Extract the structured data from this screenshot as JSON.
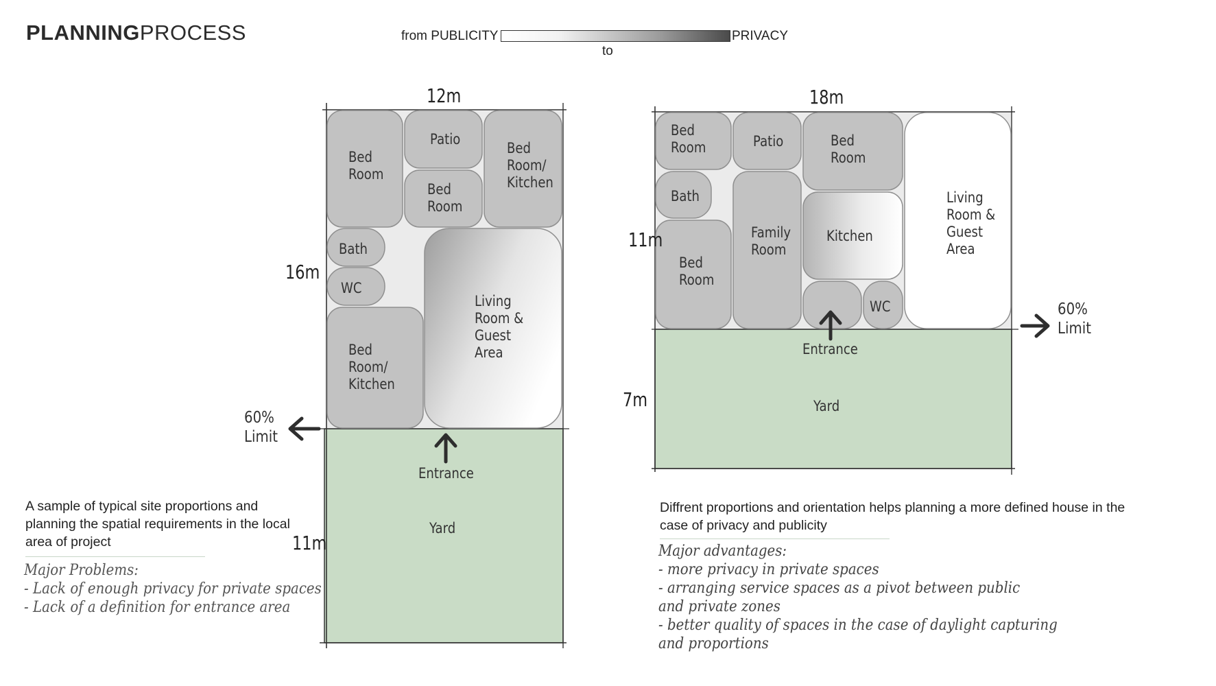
{
  "header": {
    "title_bold": "PLANNING",
    "title_light": "PROCESS",
    "gradient_from": "from PUBLICITY",
    "gradient_to": "PRIVACY",
    "gradient_connector": "to"
  },
  "colors": {
    "room_fill": "#c2c2c2",
    "room_stroke": "#8f8f8f",
    "site_fill": "#ebebeb",
    "yard_fill": "#c9dcc6",
    "arrow": "#2e2e2e"
  },
  "plan_left": {
    "width_label": "12m",
    "height_label": "16m",
    "yard_height_label": "11m",
    "limit_label": "60%\nLimit",
    "entrance_label": "Entrance",
    "yard_label": "Yard",
    "rooms": {
      "bed_room_1": "Bed\nRoom",
      "patio": "Patio",
      "bed_room_kitchen_1": "Bed\nRoom/\nKitchen",
      "bed_room_2": "Bed\nRoom",
      "bath": "Bath",
      "wc": "WC",
      "living_room": "Living\nRoom &\nGuest\nArea",
      "bed_room_kitchen_2": "Bed\nRoom/\nKitchen"
    },
    "description": "A sample of typical site proportions and planning the spatial requirements in the local area of project",
    "notes_heading": "Major Problems:",
    "notes": [
      "- Lack of enough privacy for private spaces",
      "- Lack of a definition for entrance area"
    ]
  },
  "plan_right": {
    "width_label": "18m",
    "height_label": "11m",
    "yard_height_label": "7m",
    "limit_label": "60%\nLimit",
    "entrance_label": "Entrance",
    "yard_label": "Yard",
    "rooms": {
      "bed_room_1": "Bed\nRoom",
      "patio": "Patio",
      "bed_room_2": "Bed\nRoom",
      "bath": "Bath",
      "family_room": "Family\nRoom",
      "kitchen": "Kitchen",
      "bed_room_3": "Bed\nRoom",
      "wc": "WC",
      "living_room": "Living\nRoom &\nGuest\nArea"
    },
    "description": "Diffrent proportions and orientation helps planning a more defined house in the case of privacy and publicity",
    "notes_heading": "Major advantages:",
    "notes": [
      "- more privacy in private spaces",
      "- arranging service spaces as a pivot between public",
      "and private zones",
      "- better quality of spaces in the case of daylight capturing",
      "and proportions"
    ]
  }
}
